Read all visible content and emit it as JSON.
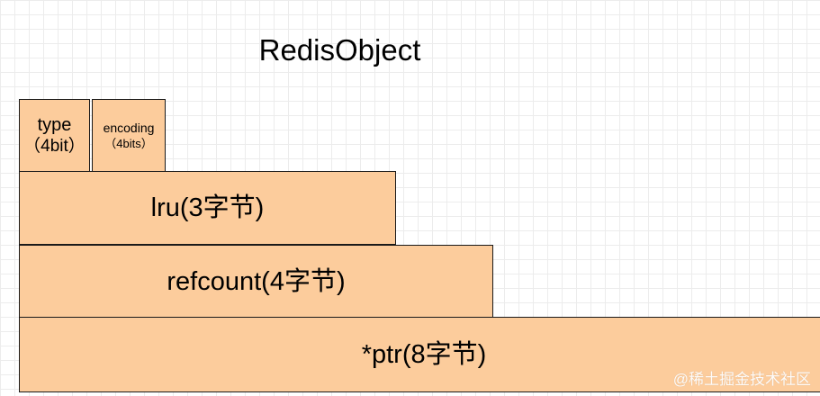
{
  "title": "RedisObject",
  "fields": {
    "type": {
      "name": "type",
      "size": "（4bit）"
    },
    "encoding": {
      "name": "encoding",
      "size": "（4bits）"
    },
    "lru": {
      "label": "lru(3字节)"
    },
    "refcount": {
      "label": "refcount(4字节)"
    },
    "ptr": {
      "label": "*ptr(8字节)"
    }
  },
  "watermark": "@稀土掘金技术社区",
  "colors": {
    "box_fill": "#fccc9c",
    "box_border": "#1a1a1a",
    "grid": "#ececec"
  }
}
